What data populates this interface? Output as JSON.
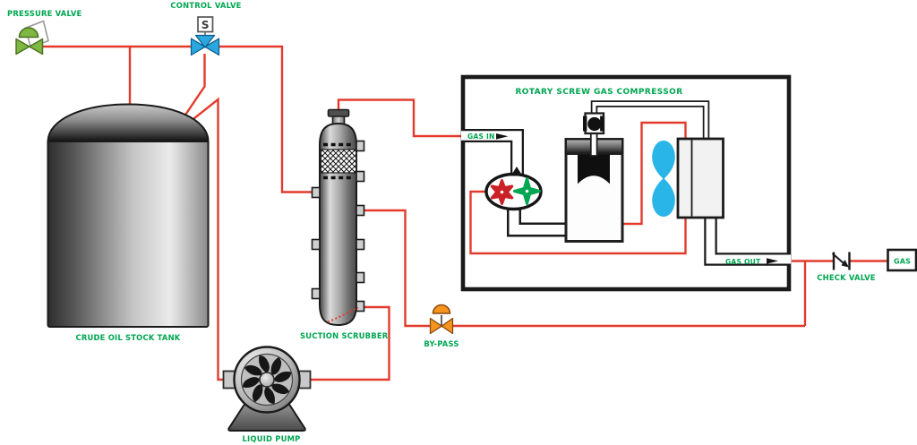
{
  "diagram": "crude-oil-gas-compression-process",
  "colors": {
    "pipe_red": "#E23B2E",
    "label_green": "#00A651",
    "pressure_valve_green": "#7FB743",
    "control_valve_blue": "#2AA7DE",
    "bypass_valve_orange": "#F7941D",
    "rotor_red": "#CB2026",
    "rotor_green": "#00A651",
    "cooler_blue": "#29B5E8",
    "outline_black": "#1A1A1A"
  },
  "labels": {
    "pressure_valve": "PRESSURE VALVE",
    "control_valve": "CONTROL VALVE",
    "control_valve_actuator": "S",
    "crude_oil_stock_tank": "CRUDE OIL STOCK TANK",
    "suction_scrubber": "SUCTION SCRUBBER",
    "liquid_pump": "LIQUID PUMP",
    "bypass": "BY-PASS",
    "compressor_title": "ROTARY SCREW GAS COMPRESSOR",
    "gas_in": "GAS IN",
    "gas_out": "GAS OUT",
    "check_valve": "CHECK VALVE",
    "gas": "GAS"
  }
}
